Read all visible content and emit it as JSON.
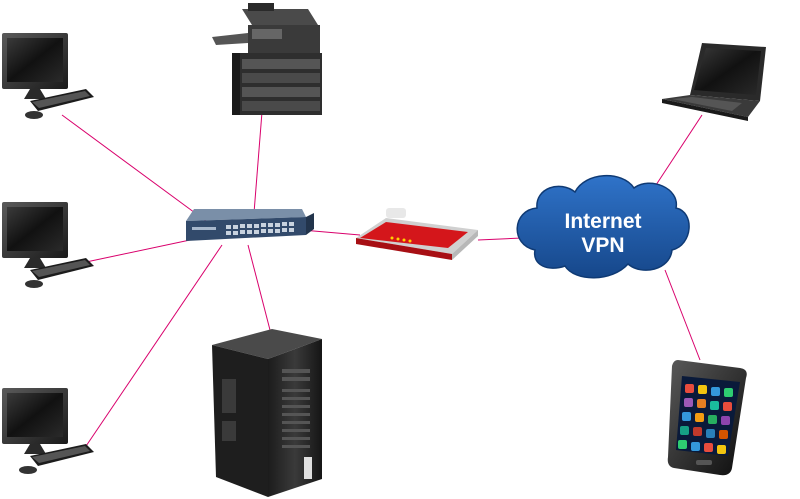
{
  "cloud": {
    "line1": "Internet",
    "line2": "VPN",
    "fill": "#1e5aa8",
    "text_color": "#ffffff"
  },
  "links": {
    "color": "#d9006c"
  },
  "nodes": [
    {
      "id": "desktop-1",
      "kind": "desktop-computer-icon"
    },
    {
      "id": "desktop-2",
      "kind": "desktop-computer-icon"
    },
    {
      "id": "desktop-3",
      "kind": "desktop-computer-icon"
    },
    {
      "id": "printer",
      "kind": "copier-printer-icon"
    },
    {
      "id": "switch",
      "kind": "network-switch-icon"
    },
    {
      "id": "server",
      "kind": "tower-server-icon"
    },
    {
      "id": "router",
      "kind": "router-icon"
    },
    {
      "id": "laptop",
      "kind": "laptop-icon"
    },
    {
      "id": "smartphone",
      "kind": "smartphone-icon"
    }
  ]
}
